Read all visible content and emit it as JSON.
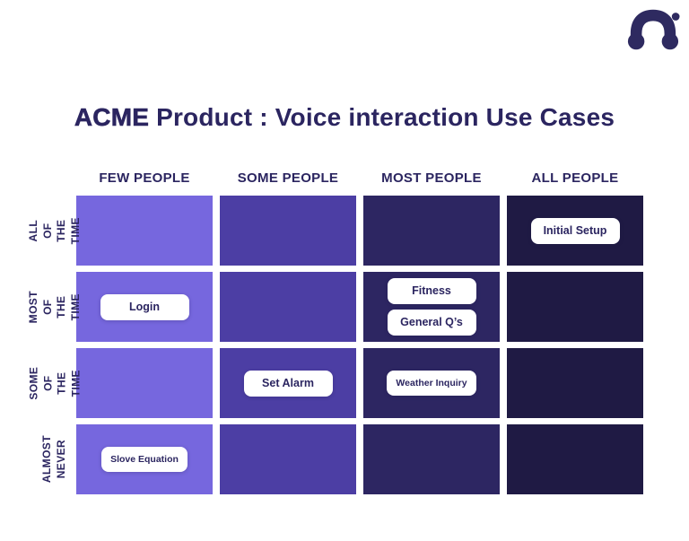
{
  "logo": {
    "name": "brand-mark",
    "color": "#2e2a60"
  },
  "title": {
    "brand": "ACME",
    "rest": " Product : Voice interaction Use Cases",
    "color": "#2b2560"
  },
  "matrix": {
    "columns": [
      {
        "label": "FEW PEOPLE",
        "color": "#7667de"
      },
      {
        "label": "SOME PEOPLE",
        "color": "#4c3ea4"
      },
      {
        "label": "MOST PEOPLE",
        "color": "#2d2662"
      },
      {
        "label": "ALL PEOPLE",
        "color": "#1f1a44"
      }
    ],
    "rows": [
      {
        "label": "ALL OF\nTHE TIME"
      },
      {
        "label": "MOST OF\nTHE TIME"
      },
      {
        "label": "SOME OF\nTHE TIME"
      },
      {
        "label": "ALMOST\nNEVER"
      }
    ],
    "pills": [
      {
        "row": 0,
        "col": 3,
        "label": "Initial Setup",
        "size": "md"
      },
      {
        "row": 1,
        "col": 0,
        "label": "Login",
        "size": "md"
      },
      {
        "row": 1,
        "col": 2,
        "label": "Fitness",
        "size": "md"
      },
      {
        "row": 1,
        "col": 2,
        "label": "General Q’s",
        "size": "md"
      },
      {
        "row": 2,
        "col": 1,
        "label": "Set Alarm",
        "size": "md"
      },
      {
        "row": 2,
        "col": 2,
        "label": "Weather Inquiry",
        "size": "sm"
      },
      {
        "row": 3,
        "col": 0,
        "label": "Slove Equation",
        "size": "sm"
      }
    ]
  }
}
